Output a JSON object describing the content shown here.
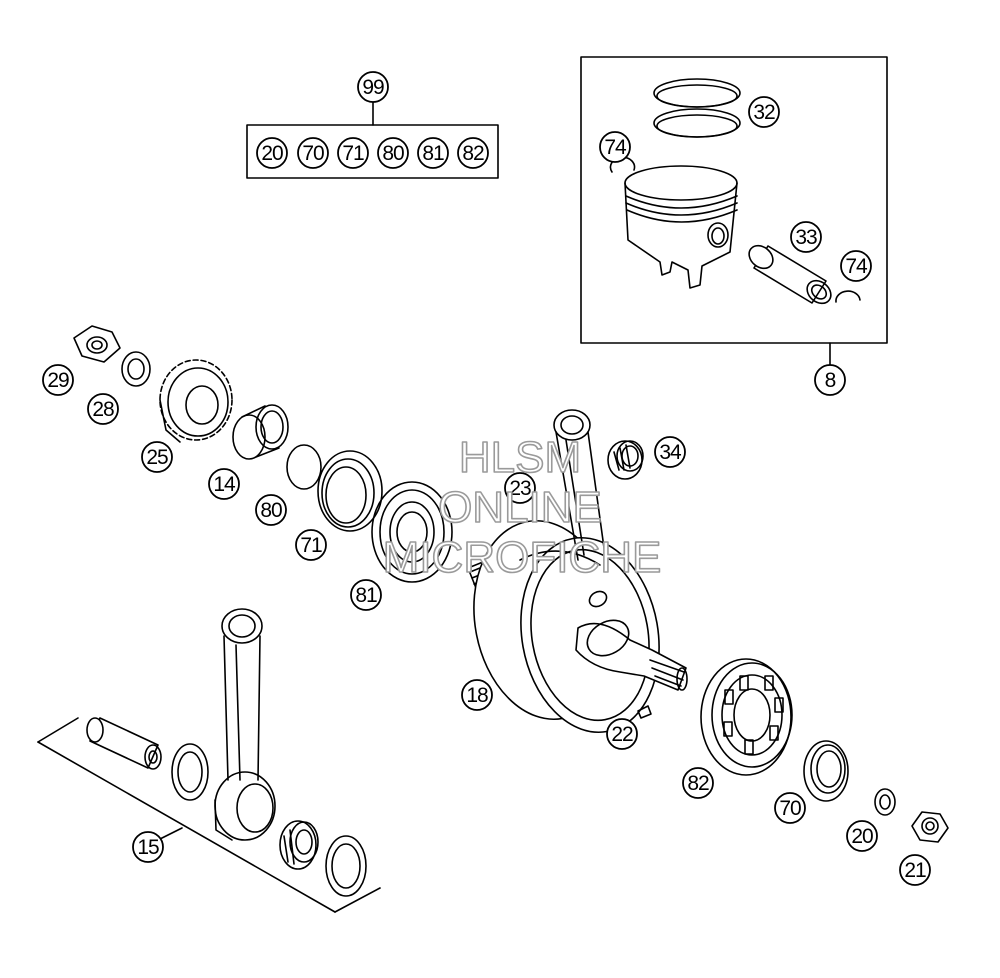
{
  "callouts": {
    "c99": "99",
    "kit_20": "20",
    "kit_70": "70",
    "kit_71": "71",
    "kit_80": "80",
    "kit_81": "81",
    "kit_82": "82",
    "c32": "32",
    "c74a": "74",
    "c33": "33",
    "c74b": "74",
    "c8": "8",
    "c29": "29",
    "c28": "28",
    "c25": "25",
    "c14": "14",
    "c80": "80",
    "c71": "71",
    "c81": "81",
    "c23": "23",
    "c34": "34",
    "c18": "18",
    "c22": "22",
    "c82": "82",
    "c70": "70",
    "c20": "20",
    "c21": "21",
    "c15": "15"
  },
  "watermark": {
    "line1": "HLSM",
    "line2": "ONLINE",
    "line3": "MICROFICHE"
  }
}
